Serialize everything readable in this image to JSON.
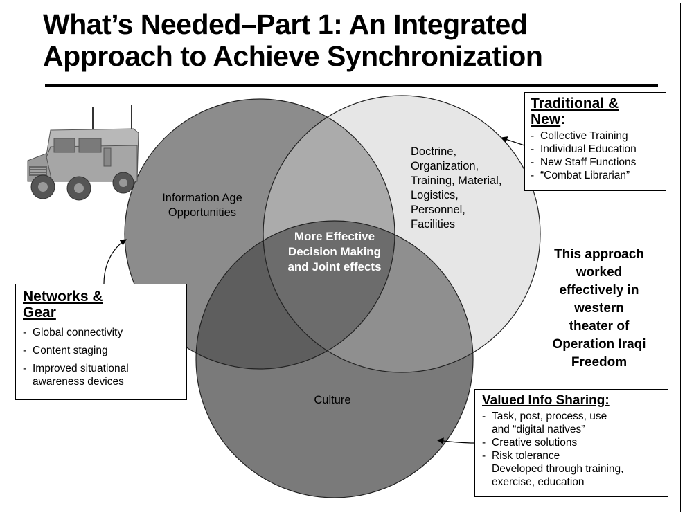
{
  "title": {
    "line1": "What’s Needed–Part 1: An Integrated",
    "line2": "Approach to Achieve Synchronization"
  },
  "circles": {
    "left": {
      "label_lines": [
        "Information Age",
        "Opportunities"
      ],
      "color": "#8c8c8c"
    },
    "right": {
      "label_lines": [
        "Doctrine,",
        "Organization,",
        "Training, Material,",
        "Logistics,",
        "Personnel,",
        "Facilities"
      ],
      "color": "#e6e6e6"
    },
    "bottom": {
      "label": "Culture",
      "color": "#7a7a7a"
    },
    "center": {
      "label_lines": [
        "More Effective",
        "Decision Making",
        "and Joint effects"
      ]
    }
  },
  "traditional_box": {
    "title_line1": "Traditional &",
    "title_line2": "New",
    "title_suffix": ":",
    "items": [
      "Collective Training",
      "Individual Education",
      "New Staff Functions",
      "“Combat Librarian”"
    ]
  },
  "networks_box": {
    "title_line1": "Networks &",
    "title_line2": "Gear",
    "items": [
      "Global connectivity",
      "Content staging",
      "Improved situational",
      "awareness devices"
    ]
  },
  "valued_box": {
    "title": "Valued Info Sharing:",
    "items": [
      "Task, post, process, use",
      "and “digital natives”",
      "Creative solutions",
      "Risk tolerance",
      "Developed through training,",
      "exercise, education"
    ]
  },
  "approach_text": [
    "This approach",
    "worked",
    "effectively in",
    "western",
    "theater of",
    "Operation Iraqi",
    "Freedom"
  ],
  "icons": {
    "vehicle": "military-vehicle-icon"
  }
}
